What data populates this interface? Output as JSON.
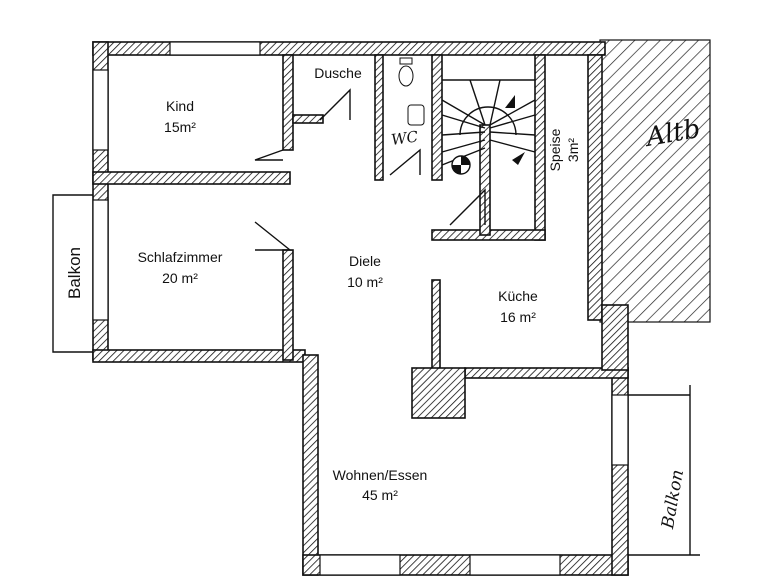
{
  "rooms": {
    "kind": {
      "name": "Kind",
      "area": "15m²"
    },
    "schlafzimmer": {
      "name": "Schlafzimmer",
      "area": "20 m²"
    },
    "dusche": {
      "name": "Dusche"
    },
    "wc": {
      "name": "WC"
    },
    "diele": {
      "name": "Diele",
      "area": "10 m²"
    },
    "kueche": {
      "name": "Küche",
      "area": "16 m²"
    },
    "speise": {
      "name": "Speise",
      "area": "3m²"
    },
    "wohnen": {
      "name": "Wohnen/Essen",
      "area": "45 m²"
    },
    "altbau": {
      "name": "Altb"
    },
    "balkon_left": {
      "name": "Balkon"
    },
    "balkon_right": {
      "name": "Balkon"
    }
  }
}
